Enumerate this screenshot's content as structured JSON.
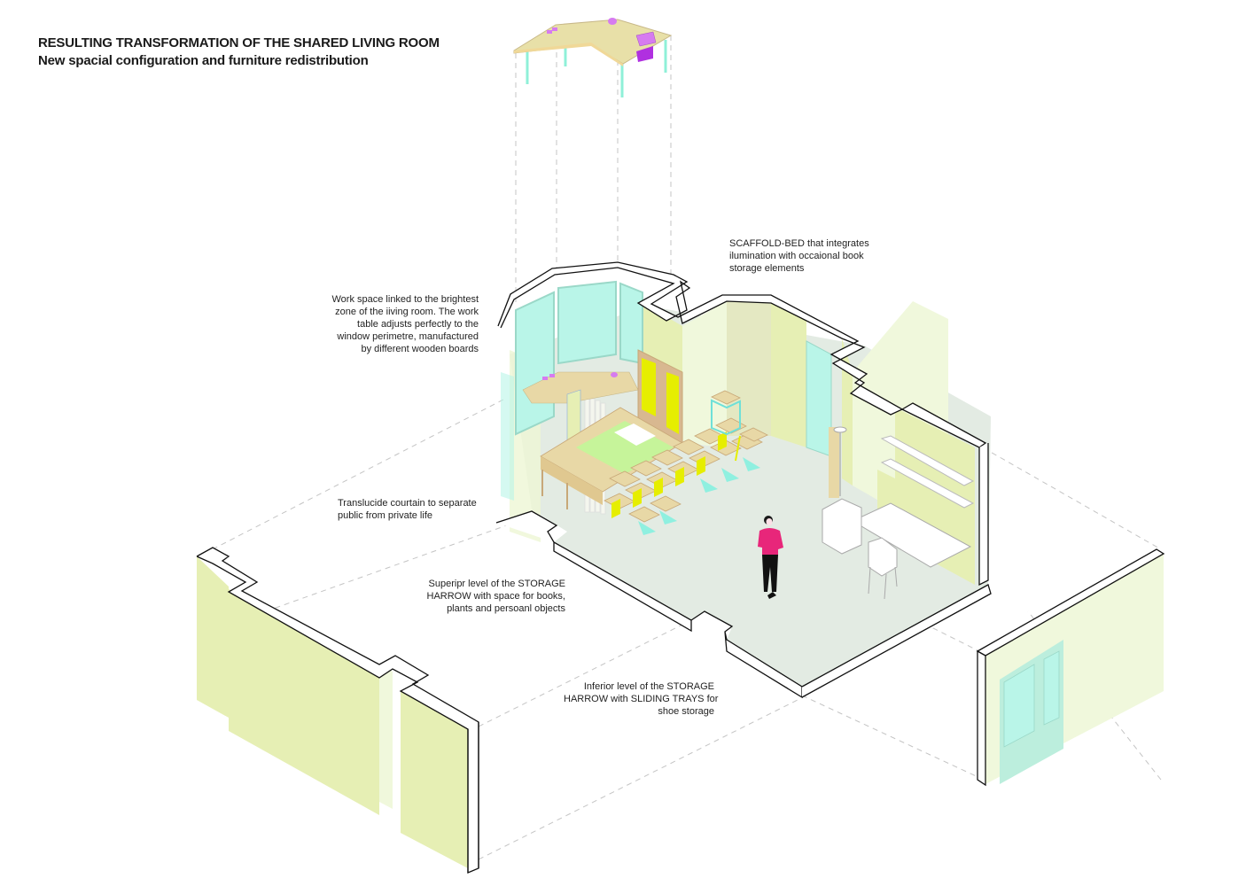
{
  "header": {
    "title": "RESULTING TRANSFORMATION OF THE SHARED LIVING ROOM",
    "subtitle": "New spacial configuration and furniture redistribution"
  },
  "annotations": {
    "scaffold_bed": {
      "lines": [
        "SCAFFOLD-BED that integrates",
        "ilumination with occaional book",
        "storage elements"
      ]
    },
    "work_space": {
      "lines": [
        "Work space linked to the brightest",
        "zone of the iiving room. The work",
        "table adjusts perfectly to the",
        "window perimetre, manufactured",
        "by different wooden boards"
      ]
    },
    "curtain": {
      "lines": [
        "Translucide courtain to separate",
        "public from private life"
      ]
    },
    "storage_upper": {
      "lines": [
        "Superipr level of the STORAGE",
        "HARROW with space for books,",
        "plants and persoanl objects"
      ]
    },
    "storage_lower": {
      "lines": [
        "Inferior level of the STORAGE",
        "HARROW with SLIDING TRAYS for",
        "shoe storage"
      ]
    }
  },
  "palette": {
    "wall_yellow": "#e6efb4",
    "wall_light": "#f0f8dc",
    "floor": "#e3ebe3",
    "glass_cyan": "#b9f5e8",
    "wood": "#e8d8a6",
    "wood_dark": "#d8b890",
    "accent_yellow": "#e6ee00",
    "accent_purple": "#c56ce8",
    "accent_magenta": "#e8267a",
    "bed_green": "#c6f49a",
    "outline": "#111111",
    "dashed_guide": "#bbbbbb"
  },
  "elements": {
    "exploded_table": "exploded-work-table",
    "room": "living-room-axonometric",
    "person": "person-figure",
    "left_wall": "detached-left-wall",
    "right_wall": "detached-right-wall-with-door"
  }
}
